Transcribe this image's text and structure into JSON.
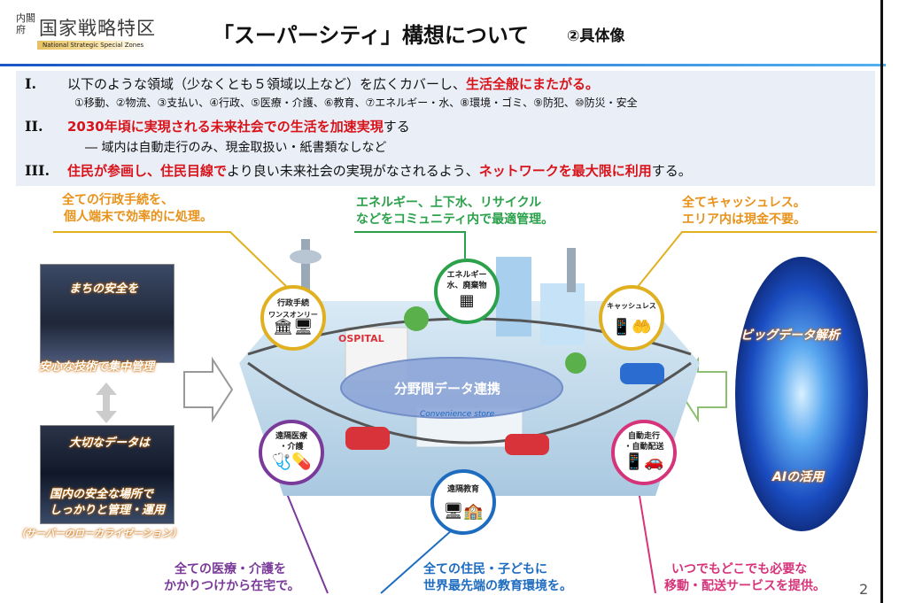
{
  "header": {
    "logo_kanji": "内閣府",
    "logo_title": "国家戦略特区",
    "logo_sub": "National Strategic Special Zones",
    "title": "「スーパーシティ」構想について",
    "subtitle": "②具体像"
  },
  "points": {
    "p1": {
      "num": "I.",
      "text_a": "以下のような領域（少なくとも５領域以上など）を広くカバーし、",
      "text_red": "生活全般にまたがる。",
      "sub": "①移動、②物流、③支払い、④行政、⑤医療・介護、⑥教育、⑦エネルギー・水、⑧環境・ゴミ、⑨防犯、⑩防災・安全"
    },
    "p2": {
      "num": "II.",
      "text_red": "2030年頃に実現される未来社会での生活を加速実現",
      "text_b": "する",
      "sub": "― 域内は自動走行のみ、現金取扱い・紙書類なしなど"
    },
    "p3": {
      "num": "III.",
      "red1": "住民が参画し、住民目線で",
      "text_a": "より良い未来社会の実現がなされるよう、",
      "red2": "ネットワークを最大限に利用",
      "text_b": "する。"
    }
  },
  "callouts": {
    "admin_1": "全ての行政手続を、",
    "admin_2": "個人端末で効率的に処理。",
    "energy_1": "エネルギー、上下水、リサイクル",
    "energy_2": "などをコミュニティ内で最適管理。",
    "cashless_1": "全てキャッシュレス。",
    "cashless_2": "エリア内は現金不要。",
    "medical_1": "全ての医療・介護を",
    "medical_2": "かかりつけから在宅で。",
    "education_1": "全ての住民・子どもに",
    "education_2": "世界最先端の教育環境を。",
    "delivery_1": "いつでもどこでも必要な",
    "delivery_2": "移動・配送サービスを提供。"
  },
  "left": {
    "top_1": "まちの安全を",
    "top_2": "安心な技術で集中管理",
    "bottom_1": "大切なデータは",
    "bottom_2": "国内の安全な場所で",
    "bottom_3": "しっかりと管理・運用",
    "bottom_4": "（サーバーのローカライゼーション）"
  },
  "circles": {
    "admin_1": "行政手続",
    "admin_2": "ワンスオンリー",
    "energy_1": "エネルギー",
    "energy_2": "水、廃棄物",
    "cashless": "キャッシュレス",
    "medical_1": "遠隔医療",
    "medical_2": "・介護",
    "education": "遠隔教育",
    "auto_1": "自動走行",
    "auto_2": "・自動配送"
  },
  "city": {
    "center_label": "分野間データ連携",
    "hospital_sign": "OSPITAL",
    "store_sign": "Convenience store"
  },
  "right": {
    "bigdata": "ビッグデータ解析",
    "ai": "AIの活用"
  },
  "page_number": "2",
  "colors": {
    "accent_red": "#d8131a",
    "orange": "#e8921a",
    "green": "#2aa14a",
    "purple": "#7a3a9a",
    "blue": "#1e6cc0",
    "pink": "#d6347a",
    "yellow": "#e0b020"
  }
}
